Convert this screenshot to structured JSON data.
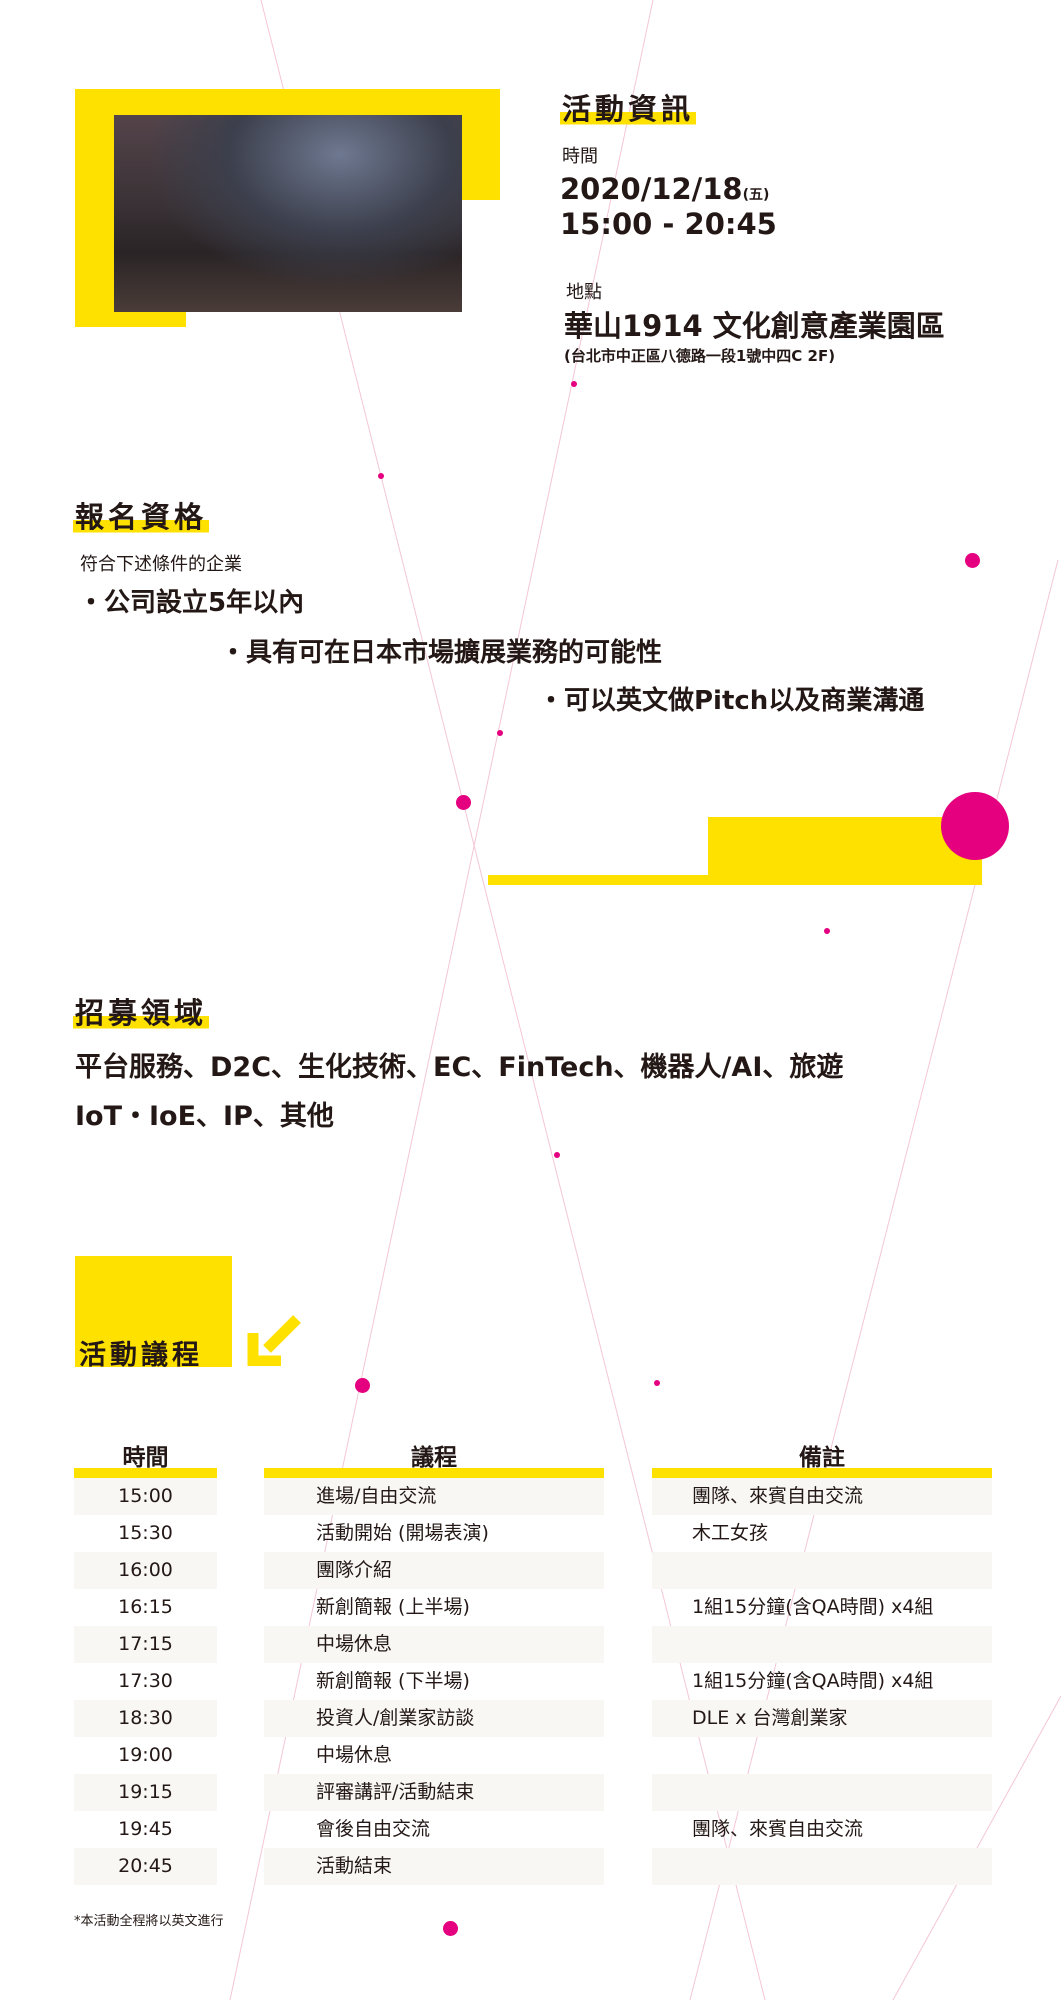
{
  "info": {
    "title": "活動資訊",
    "time_label": "時間",
    "date": "2020/12/18",
    "weekday": "(五)",
    "time_range": "15:00 - 20:45",
    "place_label": "地點",
    "venue": "華山1914 文化創意產業園區",
    "address": "(台北市中正區八德路一段1號中四C 2F)"
  },
  "eligibility": {
    "title": "報名資格",
    "intro": "符合下述條件的企業",
    "items": [
      "・公司設立5年以內",
      "・具有可在日本市場擴展業務的可能性",
      "・可以英文做Pitch以及商業溝通"
    ]
  },
  "fields": {
    "title": "招募領域",
    "line1": "平台服務、D2C、生化技術、EC、FinTech、機器人/AI、旅遊",
    "line2": "IoT・IoE、IP、其他"
  },
  "agenda": {
    "title": "活動議程",
    "headers": {
      "time": "時間",
      "program": "議程",
      "note": "備註"
    },
    "rows": [
      {
        "time": "15:00",
        "program": "進場/自由交流",
        "note": "團隊、來賓自由交流"
      },
      {
        "time": "15:30",
        "program": "活動開始 (開場表演)",
        "note": "木工女孩"
      },
      {
        "time": "16:00",
        "program": "團隊介紹",
        "note": ""
      },
      {
        "time": "16:15",
        "program": "新創簡報 (上半場)",
        "note": "1組15分鐘(含QA時間) x4組"
      },
      {
        "time": "17:15",
        "program": "中場休息",
        "note": ""
      },
      {
        "time": "17:30",
        "program": "新創簡報 (下半場)",
        "note": "1組15分鐘(含QA時間) x4組"
      },
      {
        "time": "18:30",
        "program": "投資人/創業家訪談",
        "note": "DLE x 台灣創業家"
      },
      {
        "time": "19:00",
        "program": "中場休息",
        "note": ""
      },
      {
        "time": "19:15",
        "program": "評審講評/活動結束",
        "note": ""
      },
      {
        "time": "19:45",
        "program": "會後自由交流",
        "note": "團隊、來賓自由交流"
      },
      {
        "time": "20:45",
        "program": "活動結束",
        "note": ""
      }
    ],
    "footnote": "*本活動全程將以英文進行"
  },
  "colors": {
    "yellow": "#FFE100",
    "pink": "#E4007F"
  }
}
